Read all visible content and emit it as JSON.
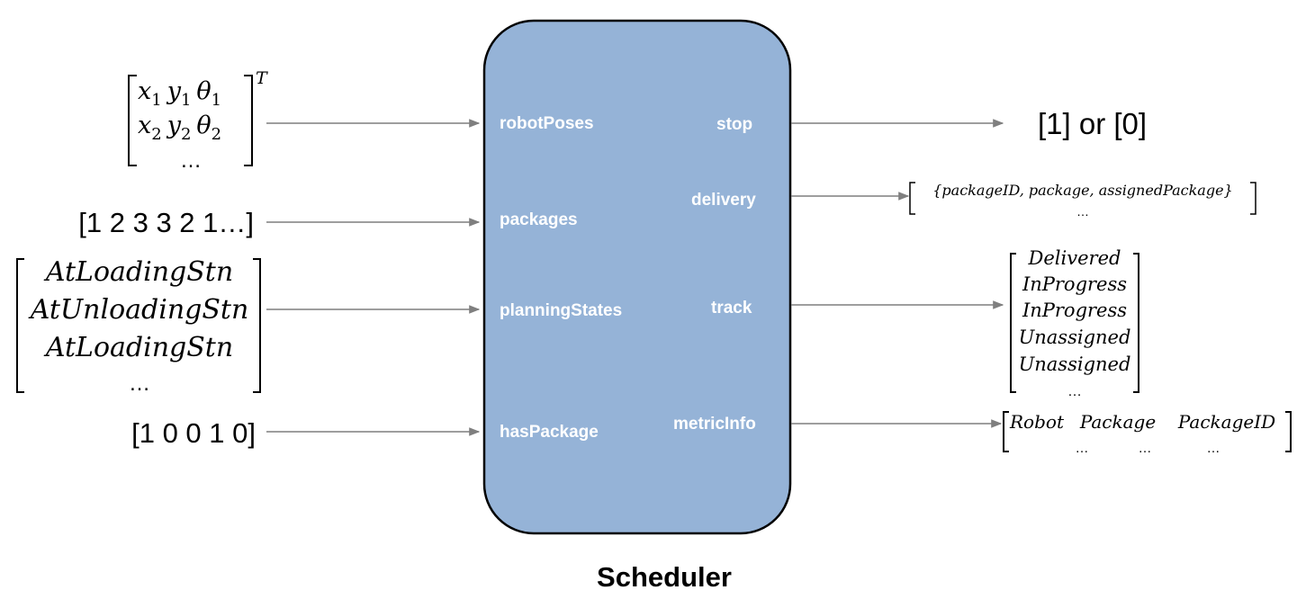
{
  "block": {
    "title": "Scheduler",
    "fill": "#95B3D7",
    "inputs": [
      "robotPoses",
      "packages",
      "planningStates",
      "hasPackage"
    ],
    "outputs": [
      "stop",
      "delivery",
      "track",
      "metricInfo"
    ]
  },
  "left": {
    "poses": {
      "row1": [
        "x",
        "1",
        "y",
        "1",
        "θ",
        "1"
      ],
      "row2": [
        "x",
        "2",
        "y",
        "2",
        "θ",
        "2"
      ],
      "ellipsis": "…",
      "transpose": "T"
    },
    "packages_value": "[1 2 3 3 2 1…]",
    "states": [
      "AtLoadingStn",
      "AtUnloadingStn",
      "AtLoadingStn",
      "…"
    ],
    "has_package_value": "[1 0 0 1 0]"
  },
  "right": {
    "stop_value": "[1] or [0]",
    "delivery": {
      "row1": "{packageID, package, assignedPackage}",
      "ellipsis": "…"
    },
    "track": [
      "Delivered",
      "InProgress",
      "InProgress",
      "Unassigned",
      "Unassigned",
      "…"
    ],
    "metric": {
      "headers": [
        "Robot",
        "Package",
        "PackageID"
      ],
      "ellipsis": [
        "…",
        "…",
        "…"
      ]
    }
  },
  "colors": {
    "arrow": "#7F7F7F",
    "block_border": "#000000",
    "port_text": "#FFFFFF"
  }
}
